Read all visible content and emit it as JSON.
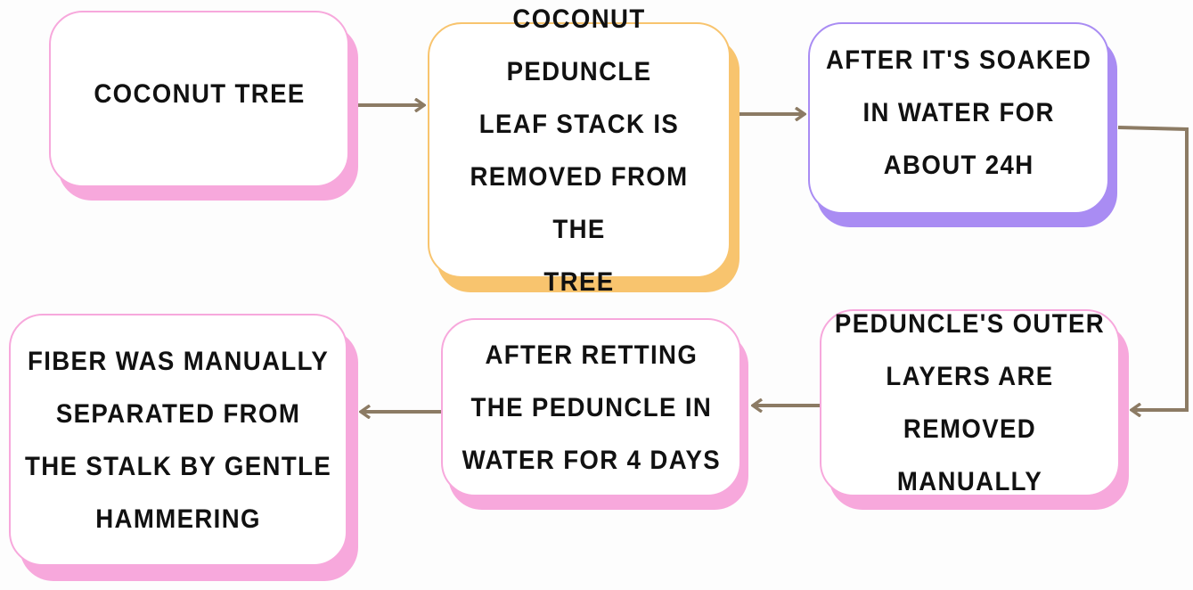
{
  "colors": {
    "pink": "#f7a8dc",
    "orange": "#f8c46e",
    "purple": "#a98cf3",
    "arrow": "#8c7b64"
  },
  "steps": [
    {
      "text": "COCONUT TREE"
    },
    {
      "text": "COCONUT PEDUNCLE\nLEAF STACK IS\nREMOVED FROM THE\nTREE"
    },
    {
      "text": "AFTER IT'S SOAKED\nIN WATER FOR\nABOUT 24H"
    },
    {
      "text": "PEDUNCLE'S OUTER\nLAYERS ARE\nREMOVED MANUALLY"
    },
    {
      "text": "AFTER RETTING\nTHE PEDUNCLE IN\nWATER FOR 4 DAYS"
    },
    {
      "text": "FIBER WAS MANUALLY\nSEPARATED FROM\nTHE STALK BY GENTLE\nHAMMERING"
    }
  ]
}
